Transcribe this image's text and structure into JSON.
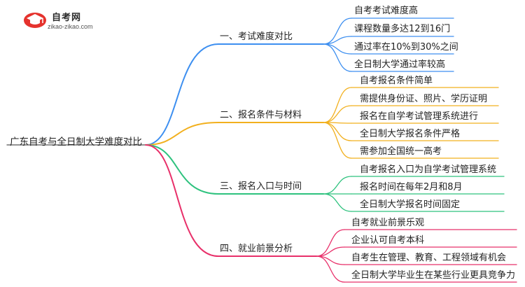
{
  "logo": {
    "title": "自考网",
    "subtitle": "zikao-zikao.com"
  },
  "root": "广东自考与全日制大学难度对比",
  "branches": [
    {
      "label": "一、考试难度对比",
      "color": "#3d8ff0",
      "leaves": [
        "自考考试难度高",
        "课程数量多达12到16门",
        "通过率在10%到30%之间",
        "全日制大学通过率较高"
      ]
    },
    {
      "label": "二、报名条件与材料",
      "color": "#f2b01e",
      "leaves": [
        "自考报名条件简单",
        "需提供身份证、照片、学历证明",
        "报名在自学考试管理系统进行",
        "全日制大学报名条件严格",
        "需参加全国统一高考"
      ]
    },
    {
      "label": "三、报名入口与时间",
      "color": "#2ec27e",
      "leaves": [
        "自考报名入口为自学考试管理系统",
        "报名时间在每年2月和8月",
        "全日制大学报名时间固定"
      ]
    },
    {
      "label": "四、就业前景分析",
      "color": "#e8306a",
      "leaves": [
        "自考就业前景乐观",
        "企业认可自考本科",
        "自考生在管理、教育、工程领域有机会",
        "全日制大学毕业生在某些行业更具竞争力"
      ]
    }
  ]
}
